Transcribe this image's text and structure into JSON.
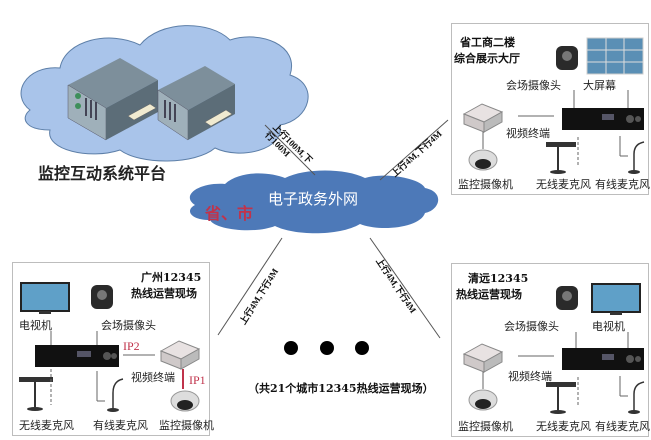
{
  "platform": {
    "title": "监控互动系统平台",
    "icon": "server-cluster-icon",
    "cloud_color": "#a9c4ea"
  },
  "network": {
    "prefix": "省、市",
    "title": "电子政务外网",
    "cloud_color": "#4d79b8",
    "prefix_color": "#c0334b"
  },
  "links": {
    "platform_link": "上行100M,下行100M",
    "top_right_link": "上行4M,下行4M",
    "bottom_left_link": "上行4M,下行4M",
    "bottom_right_link": "上行4M,下行4M"
  },
  "sites": {
    "top_right": {
      "title_line1": "省工商二楼",
      "title_line2": "综合展示大厅",
      "labels": {
        "camera": "会场摄像头",
        "screen": "大屏幕",
        "terminal": "视频终端",
        "surveillance": "监控摄像机",
        "wireless_mic": "无线麦克风",
        "wired_mic": "有线麦克风"
      }
    },
    "bottom_left": {
      "title_line1": "广州12345",
      "title_line2": "热线运营现场",
      "labels": {
        "tv": "电视机",
        "camera": "会场摄像头",
        "terminal": "视频终端",
        "surveillance": "监控摄像机",
        "wireless_mic": "无线麦克风",
        "wired_mic": "有线麦克风",
        "ip1": "IP1",
        "ip2": "IP2"
      }
    },
    "bottom_right": {
      "title_line1": "清远12345",
      "title_line2": "热线运营现场",
      "labels": {
        "camera": "会场摄像头",
        "tv": "电视机",
        "terminal": "视频终端",
        "surveillance": "监控摄像机",
        "wireless_mic": "无线麦克风",
        "wired_mic": "有线麦克风"
      }
    }
  },
  "footer": {
    "ellipsis": "• • •",
    "note": "（共21个城市12345热线运营现场）"
  }
}
